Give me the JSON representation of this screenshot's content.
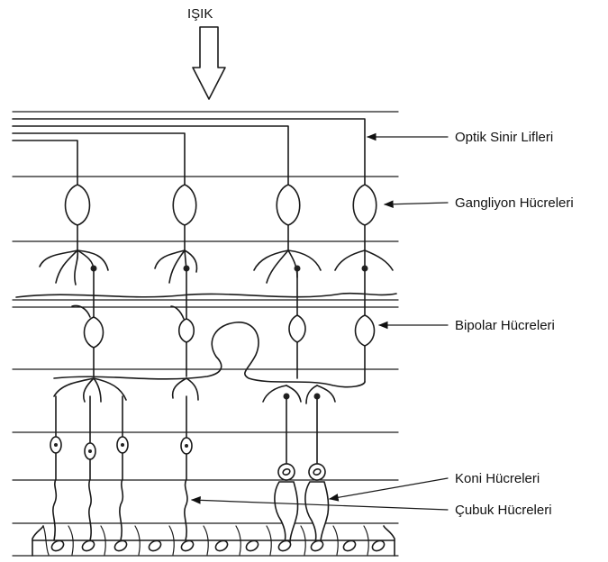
{
  "light_label": "IŞIK",
  "labels": {
    "optic": "Optik Sinir Lifleri",
    "ganglion": "Gangliyon Hücreleri",
    "bipolar": "Bipolar Hücreleri",
    "cone": "Koni Hücreleri",
    "rod": "Çubuk Hücreleri"
  }
}
